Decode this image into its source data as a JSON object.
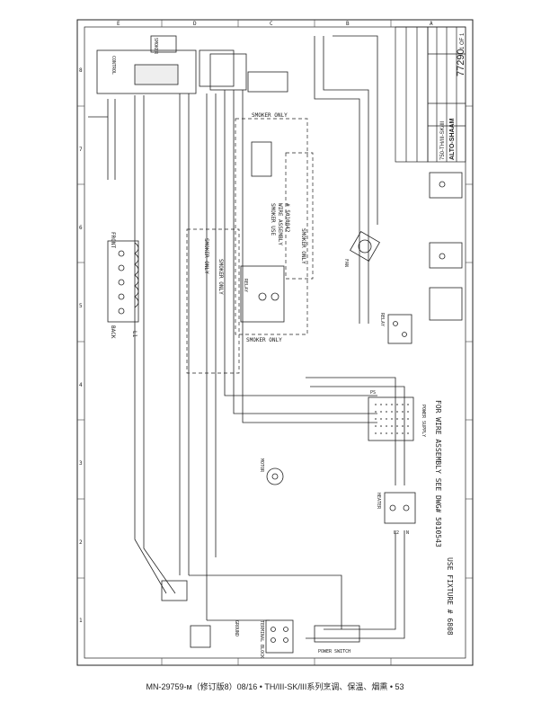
{
  "labels": {
    "smoker_only_1": "SMOKER ONLY",
    "smoker_only_2": "SMOKER ONLY",
    "smoker_only_3": "SMOKER ONLY",
    "smoker_only_4": "SMOKER ONLY",
    "smoker_only_5": "SMOKER ONLY",
    "smoker_use": "SMOKER USE",
    "wire_assembly": "WIRE ASSEMBLY",
    "part_number": "# 5010842",
    "wire_assembly_note": "FOR WIRE ASSEMBLY SEE DWG# 5010543",
    "fixture_note": "USE FIXTURE # 6808",
    "back": "BACK",
    "front": "FRONT",
    "l1": "L1",
    "l2": "L2",
    "ps": "PS",
    "n": "N",
    "relay": "RELAY",
    "motor": "MOTOR",
    "fan": "FAN",
    "power_supply": "POWER SUPPLY",
    "heater": "HEATER",
    "smoker": "SMOKER",
    "control": "CONTROL",
    "terminal_block": "TERMINAL BLOCK",
    "ground": "GROUND",
    "power_switch": "POWER SWITCH"
  },
  "title_block": {
    "company": "ALTO-SHAAM",
    "drawing_number": "77290",
    "sheet": "1 OF 1",
    "part": "750-TH/III-SK/III"
  },
  "grid": {
    "rows": [
      "E",
      "D",
      "C",
      "B",
      "A"
    ],
    "cols": [
      "8",
      "7",
      "6",
      "5",
      "4",
      "3",
      "2",
      "1"
    ]
  },
  "footer": "MN-29759-м（修订版8）08/16 • TH/III-SK/III系列烹调、保温、烟熏 • 53"
}
